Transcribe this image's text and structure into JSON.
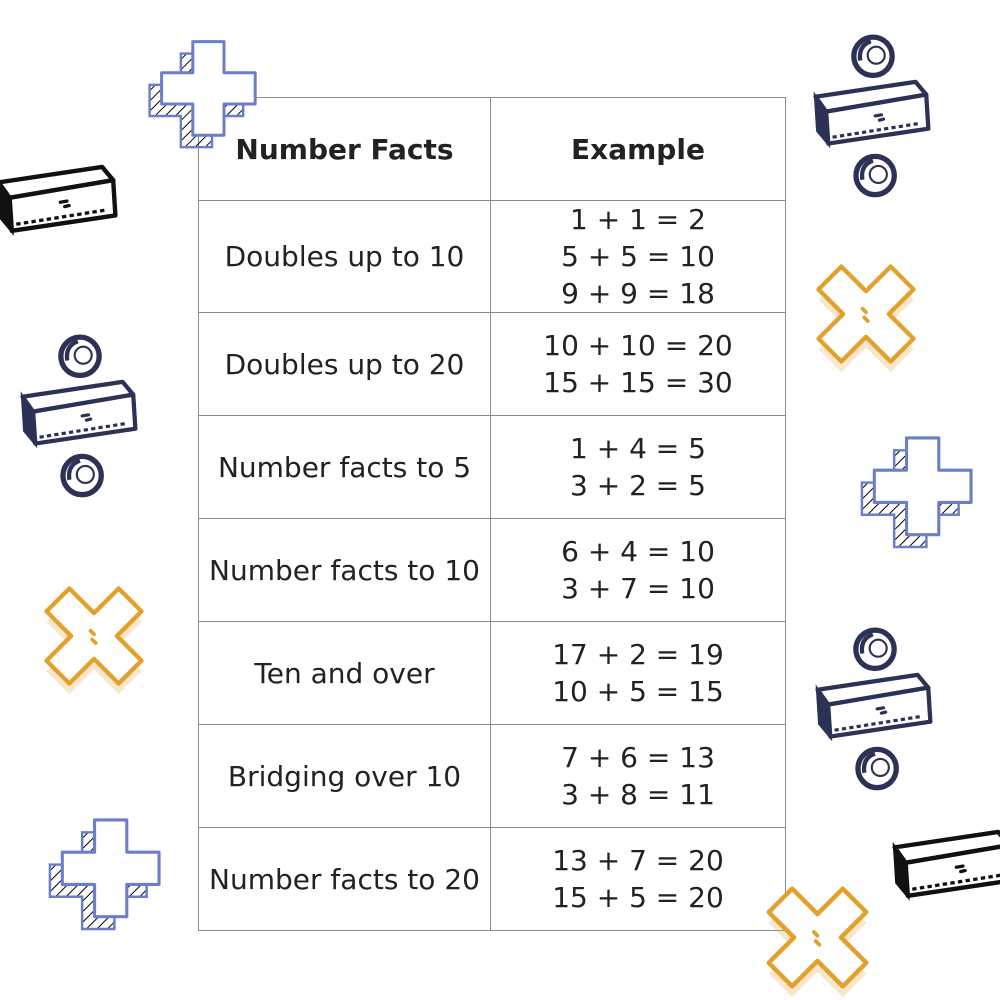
{
  "table": {
    "headers": {
      "facts": "Number Facts",
      "example": "Example"
    },
    "rows": [
      {
        "fact": "Doubles up to 10",
        "examples": [
          "1 + 1 = 2",
          "5 + 5 = 10",
          "9 + 9 = 18"
        ]
      },
      {
        "fact": "Doubles up to 20",
        "examples": [
          "10 + 10 = 20",
          "15 + 15 = 30"
        ]
      },
      {
        "fact": "Number facts to 5",
        "examples": [
          "1 + 4 = 5",
          "3 + 2 = 5"
        ]
      },
      {
        "fact": "Number facts to 10",
        "examples": [
          "6 + 4 = 10",
          "3 + 7 = 10"
        ]
      },
      {
        "fact": "Ten and over",
        "examples": [
          "17 + 2 = 19",
          "10 + 5 = 15"
        ]
      },
      {
        "fact": "Bridging over 10",
        "examples": [
          "7 + 6 = 13",
          "3 + 8 = 11"
        ]
      },
      {
        "fact": "Number facts to 20",
        "examples": [
          "13 + 7 = 20",
          "15 + 5 = 20"
        ]
      }
    ]
  },
  "decorations": {
    "icons": [
      "plus-icon",
      "minus-icon",
      "divide-icon",
      "multiply-icon"
    ],
    "colors": {
      "blue": "#6b7fc9",
      "navy": "#2c3256",
      "black": "#111111",
      "gold": "#e3a02a"
    }
  }
}
